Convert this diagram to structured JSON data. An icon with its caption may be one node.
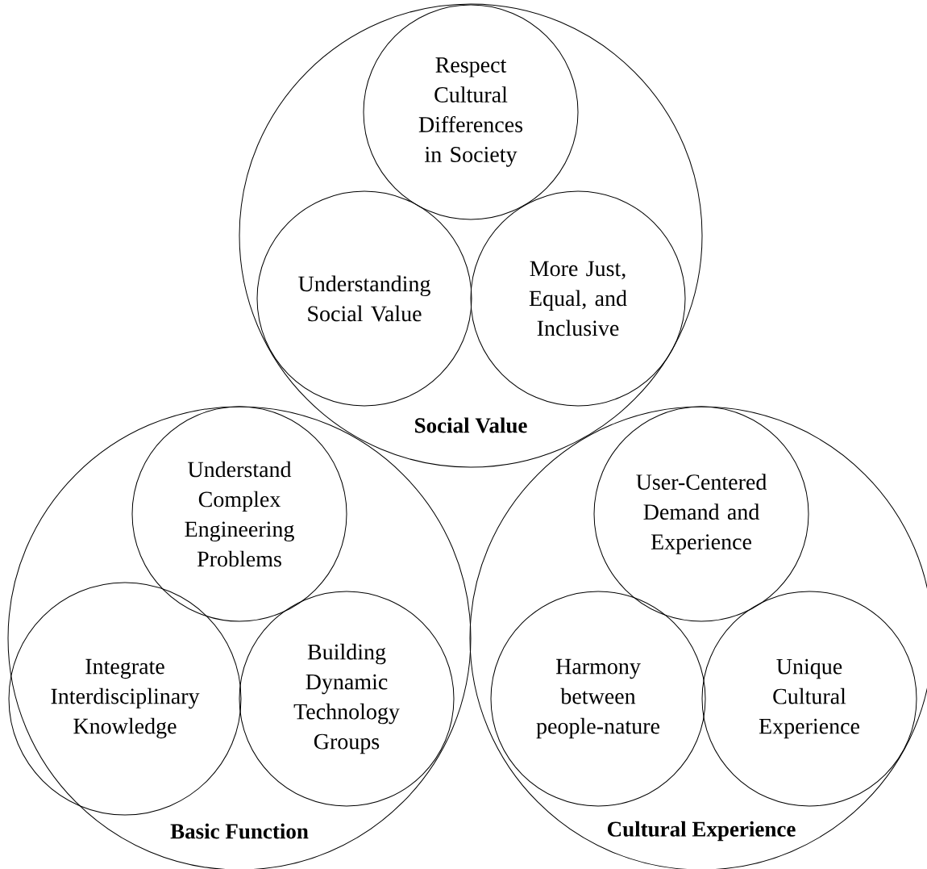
{
  "diagram": {
    "nodes": [
      {
        "text": [
          "Social Value"
        ]
      },
      {
        "text": [
          "Respect Cultural Differences in Society"
        ],
        "in": 0
      },
      {
        "text": [
          "Understanding Social Value"
        ],
        "in": 0
      },
      {
        "text": [
          "More Just, Equal, and Inclusive"
        ],
        "in": 0
      },
      {
        "text": [
          "Basic Function"
        ]
      },
      {
        "text": [
          "Understand Complex Engineering Problems"
        ],
        "in": 4
      },
      {
        "text": [
          "Integrate Interdisciplinary Knowledge"
        ],
        "in": 4
      },
      {
        "text": [
          "Building Dynamic Technology Groups"
        ],
        "in": 4
      },
      {
        "text": [
          "Cultural Experience"
        ]
      },
      {
        "text": [
          "User-Centered Demand and Experience"
        ],
        "in": 8
      },
      {
        "text": [
          "Harmony between people-nature"
        ],
        "in": 8
      },
      {
        "text": [
          "Unique Cultural Experience"
        ],
        "in": 8
      }
    ]
  }
}
